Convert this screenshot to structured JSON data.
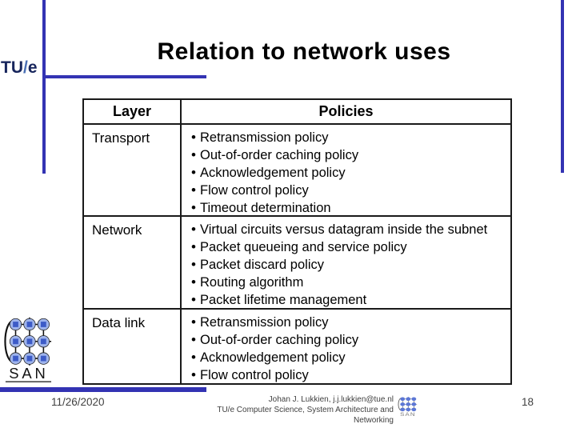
{
  "title": "Relation to network uses",
  "logo": {
    "tu": "TU",
    "slash": "/",
    "e": "e"
  },
  "table": {
    "headers": [
      "Layer",
      "Policies"
    ],
    "rows": [
      {
        "layer": "Transport",
        "policies": [
          "Retransmission policy",
          "Out-of-order caching policy",
          "Acknowledgement policy",
          "Flow control policy",
          "Timeout determination"
        ]
      },
      {
        "layer": "Network",
        "policies": [
          "Virtual circuits versus datagram inside the subnet",
          "Packet queueing and service policy",
          "Packet discard policy",
          "Routing algorithm",
          "Packet lifetime management"
        ]
      },
      {
        "layer": "Data link",
        "policies": [
          "Retransmission policy",
          "Out-of-order caching policy",
          "Acknowledgement policy",
          "Flow control policy"
        ]
      }
    ]
  },
  "san_logo": {
    "label": "SAN"
  },
  "footer": {
    "date": "11/26/2020",
    "author_line1": "Johan J. Lukkien, j.j.lukkien@tue.nl",
    "author_line2": "TU/e Computer Science, System Architecture and Networking",
    "page_number": "18"
  },
  "colors": {
    "accent_blue": "#3333B3",
    "navy": "#17255C",
    "slash_blue": "#4A6FB5",
    "table_border": "#1A1A1A",
    "footer_gray": "#404040"
  }
}
